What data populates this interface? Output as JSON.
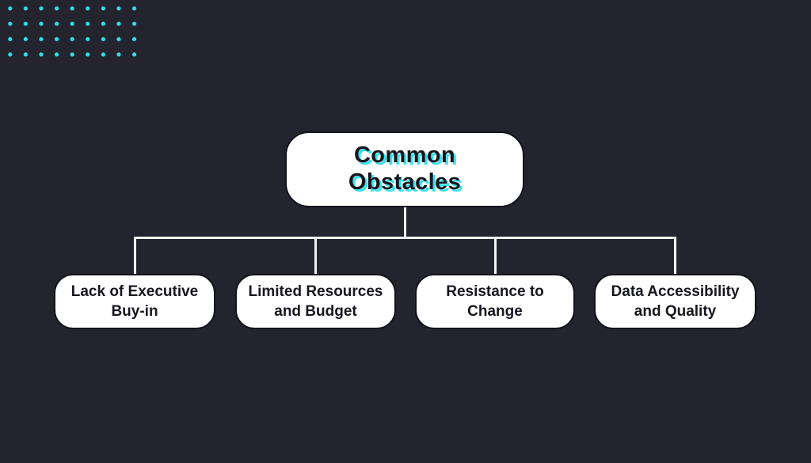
{
  "colors": {
    "background": "#24242e",
    "accent_cyan": "#35dde8",
    "node_fill": "#ffffff",
    "node_border": "#13131b",
    "node_text": "#16161f",
    "connector_line": "#f2f2f2",
    "title_text_shadow": "#38e3ec"
  },
  "decor": {
    "dot_pattern": {
      "icon": "dot-grid-pattern",
      "rows": 4,
      "cols": 9,
      "color": "#35dde8"
    }
  },
  "diagram": {
    "type": "flowchart",
    "root": {
      "label": "Common Obstacles",
      "lines": [
        "Common",
        "Obstacles"
      ]
    },
    "children": [
      {
        "label": "Lack of Executive Buy-in",
        "lines": [
          "Lack of Executive",
          "Buy-in"
        ]
      },
      {
        "label": "Limited Resources and Budget",
        "lines": [
          "Limited Resources",
          "and Budget"
        ]
      },
      {
        "label": "Resistance to Change",
        "lines": [
          "Resistance to",
          "Change"
        ]
      },
      {
        "label": "Data Accessibility and Quality",
        "lines": [
          "Data Accessibility",
          "and Quality"
        ]
      }
    ]
  }
}
